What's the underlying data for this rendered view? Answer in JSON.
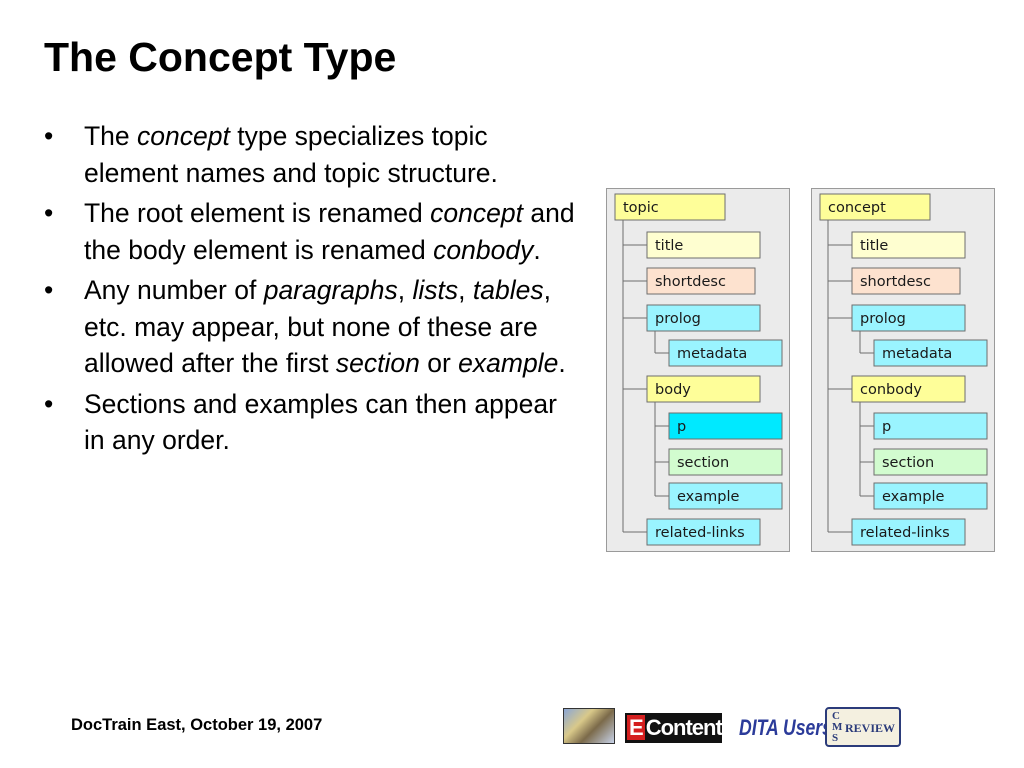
{
  "slide": {
    "title": "The Concept Type",
    "bullets": [
      {
        "parts": [
          {
            "text": "The ",
            "italic": false
          },
          {
            "text": "concept",
            "italic": true
          },
          {
            "text": " type specializes topic element names and topic structure.",
            "italic": false
          }
        ]
      },
      {
        "parts": [
          {
            "text": "The root element is renamed ",
            "italic": false
          },
          {
            "text": "concept",
            "italic": true
          },
          {
            "text": " and the body element is renamed ",
            "italic": false
          },
          {
            "text": "conbody",
            "italic": true
          },
          {
            "text": ".",
            "italic": false
          }
        ]
      },
      {
        "parts": [
          {
            "text": "Any number of ",
            "italic": false
          },
          {
            "text": "paragraphs",
            "italic": true
          },
          {
            "text": ", ",
            "italic": false
          },
          {
            "text": "lists",
            "italic": true
          },
          {
            "text": ", ",
            "italic": false
          },
          {
            "text": "tables",
            "italic": true
          },
          {
            "text": ", etc. may appear, but none of these are allowed after the first ",
            "italic": false
          },
          {
            "text": "section",
            "italic": true
          },
          {
            "text": " or ",
            "italic": false
          },
          {
            "text": "example",
            "italic": true
          },
          {
            "text": ".",
            "italic": false
          }
        ]
      },
      {
        "parts": [
          {
            "text": "Sections and examples can then appear in any order.",
            "italic": false
          }
        ]
      }
    ],
    "bullet_glyph": "•"
  },
  "node_colors": {
    "yellow": "#fefe99",
    "pale_yellow": "#fefed0",
    "salmon": "#fde2cf",
    "cyan_light": "#9af4ff",
    "cyan": "#00e9ff",
    "green": "#d2fccf"
  },
  "diagrams": [
    {
      "name": "topic",
      "nodes": [
        {
          "label": "topic",
          "color": "yellow",
          "depth": 0
        },
        {
          "label": "title",
          "color": "pale_yellow",
          "depth": 1
        },
        {
          "label": "shortdesc",
          "color": "salmon",
          "depth": 1
        },
        {
          "label": "prolog",
          "color": "cyan_light",
          "depth": 1
        },
        {
          "label": "metadata",
          "color": "cyan_light",
          "depth": 2
        },
        {
          "label": "body",
          "color": "yellow",
          "depth": 1
        },
        {
          "label": "p",
          "color": "cyan",
          "depth": 2
        },
        {
          "label": "section",
          "color": "green",
          "depth": 2
        },
        {
          "label": "example",
          "color": "cyan_light",
          "depth": 2
        },
        {
          "label": "related-links",
          "color": "cyan_light",
          "depth": 1
        }
      ]
    },
    {
      "name": "concept",
      "nodes": [
        {
          "label": "concept",
          "color": "yellow",
          "depth": 0
        },
        {
          "label": "title",
          "color": "pale_yellow",
          "depth": 1
        },
        {
          "label": "shortdesc",
          "color": "salmon",
          "depth": 1
        },
        {
          "label": "prolog",
          "color": "cyan_light",
          "depth": 1
        },
        {
          "label": "metadata",
          "color": "cyan_light",
          "depth": 2
        },
        {
          "label": "conbody",
          "color": "yellow",
          "depth": 1
        },
        {
          "label": "p",
          "color": "cyan_light",
          "depth": 2
        },
        {
          "label": "section",
          "color": "green",
          "depth": 2
        },
        {
          "label": "example",
          "color": "cyan_light",
          "depth": 2
        },
        {
          "label": "related-links",
          "color": "cyan_light",
          "depth": 1
        }
      ]
    }
  ],
  "footer": {
    "text": "DocTrain East, October 19, 2007",
    "logos": {
      "econtent_e": "E",
      "econtent_rest": "Content",
      "dita": "DITA Users",
      "cms_c": "C",
      "cms_m": "M",
      "cms_s": "S",
      "cms_review": "REVIEW"
    }
  }
}
